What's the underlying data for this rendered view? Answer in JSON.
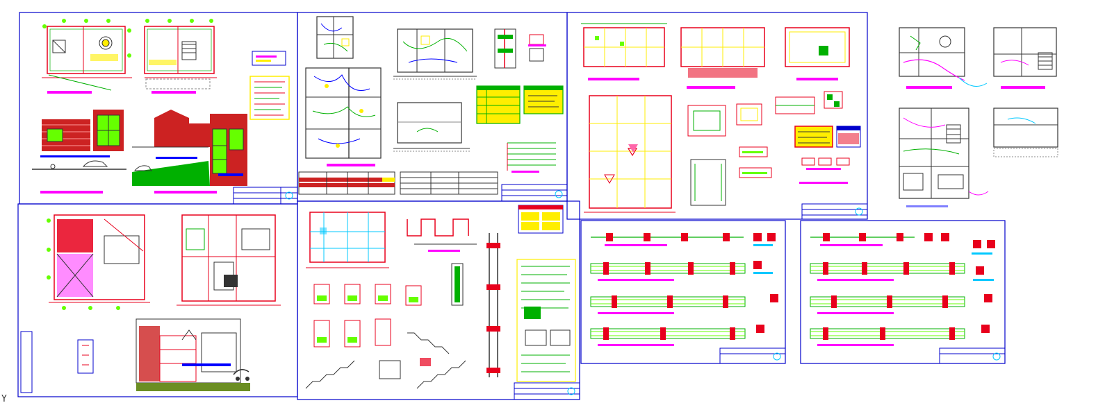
{
  "viewport": {
    "background": "#ffffff",
    "ucs_label": "Y"
  },
  "palette": {
    "sheet_border": "#0000cc",
    "red": "#e8001c",
    "magenta": "#ff00ff",
    "green": "#00b000",
    "lime": "#66ff00",
    "yellow": "#ffee00",
    "cyan": "#00c8ff",
    "blue": "#0000ff",
    "dark": "#333333",
    "brick": "#cc2222",
    "grey": "#888888"
  },
  "sheets": [
    {
      "id": "sheet-1",
      "content": "plans-and-elevations"
    },
    {
      "id": "sheet-2",
      "content": "electrical-plans"
    },
    {
      "id": "sheet-3",
      "content": "structural-plans"
    },
    {
      "id": "sheet-4",
      "content": "plumbing-plans"
    },
    {
      "id": "sheet-5",
      "content": "floor-plans-and-section"
    },
    {
      "id": "sheet-6",
      "content": "structural-details"
    },
    {
      "id": "sheet-7",
      "content": "beam-elevations"
    },
    {
      "id": "sheet-8",
      "content": "beam-elevations"
    }
  ]
}
